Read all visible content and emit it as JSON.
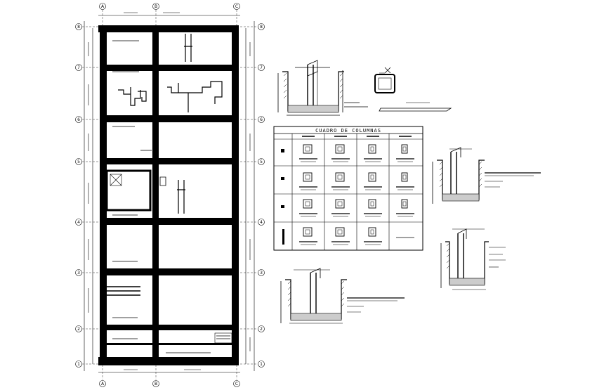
{
  "column_table": {
    "title": "CUADRO DE COLUMNAS"
  },
  "grid_axes": {
    "letters": [
      "A",
      "B",
      "C"
    ],
    "numbers": [
      "8",
      "7",
      "6",
      "5",
      "4",
      "3",
      "2",
      "1"
    ]
  }
}
